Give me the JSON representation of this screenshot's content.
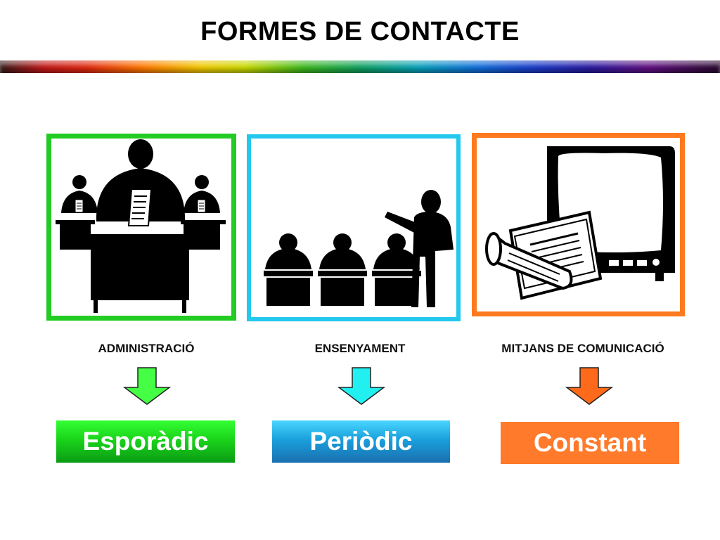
{
  "title": "FORMES DE CONTACTE",
  "colors": {
    "admin": "#22cc22",
    "teach": "#22c8ee",
    "media": "#ff7a1e"
  },
  "columns": [
    {
      "icon": "office-workers-icon",
      "category": "ADMINISTRACIÓ",
      "result": "Esporàdic"
    },
    {
      "icon": "classroom-teacher-icon",
      "category": "ENSENYAMENT",
      "result": "Periòdic"
    },
    {
      "icon": "tv-newspaper-icon",
      "category": "MITJANS DE COMUNICACIÓ",
      "result": "Constant"
    }
  ]
}
